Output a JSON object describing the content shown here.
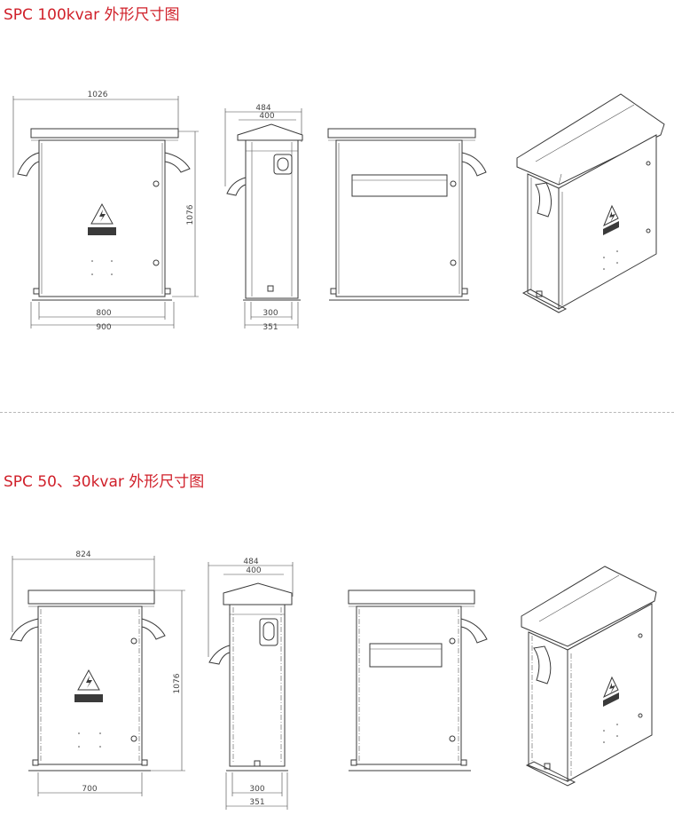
{
  "sections": [
    {
      "title": "SPC 100kvar 外形尺寸图",
      "dims": {
        "front_width": "1026",
        "height": "1076",
        "base_inner": "800",
        "base_outer": "900",
        "side_top_outer": "484",
        "side_top_inner": "400",
        "side_base_inner": "300",
        "side_base_outer": "351"
      }
    },
    {
      "title": "SPC 50、30kvar 外形尺寸图",
      "dims": {
        "front_width": "824",
        "height": "1076",
        "base_inner": "700",
        "side_top_outer": "484",
        "side_top_inner": "400",
        "side_base_inner": "300",
        "side_base_outer": "351"
      }
    }
  ],
  "colors": {
    "title": "#d0202a",
    "line": "#3a3a3a",
    "separator": "#b8b8b8"
  },
  "icons": [
    "high-voltage-warning-icon",
    "cable-gland-icon"
  ]
}
